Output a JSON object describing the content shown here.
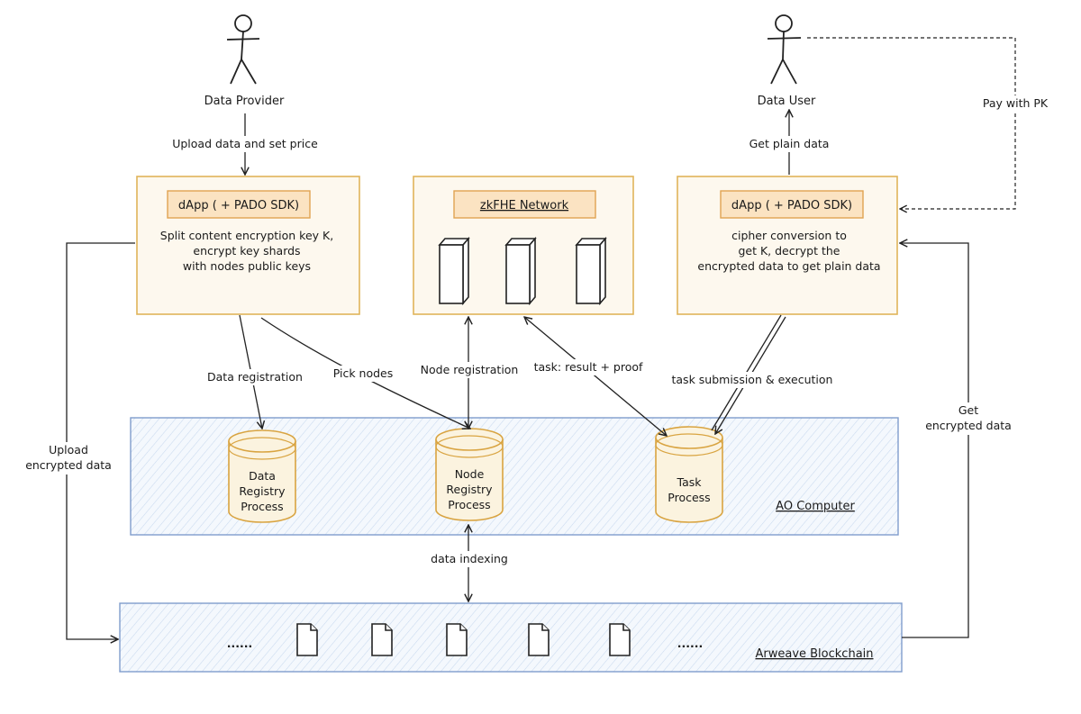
{
  "actors": {
    "provider": "Data Provider",
    "user": "Data User"
  },
  "boxes": {
    "left_title": "dApp ( + PADO SDK)",
    "left_text": [
      "Split content encryption key K,",
      "encrypt key shards",
      "with nodes public keys"
    ],
    "center_title": "zkFHE Network",
    "right_title": "dApp ( + PADO SDK)",
    "right_text": [
      "cipher conversion to",
      "get K, decrypt the",
      "encrypted data to get plain data"
    ]
  },
  "processes": {
    "data_registry": [
      "Data",
      "Registry",
      "Process"
    ],
    "node_registry": [
      "Node",
      "Registry",
      "Process"
    ],
    "task": [
      "Task",
      "Process"
    ]
  },
  "layers": {
    "ao": "AO Computer",
    "arweave": "Arweave Blockchain",
    "ellipsis": "......"
  },
  "edges": {
    "upload_price": "Upload data and set price",
    "get_plain": "Get plain data",
    "pay_pk": "Pay with PK",
    "data_registration": "Data registration",
    "pick_nodes": "Pick nodes",
    "node_registration": "Node registration",
    "task_result": "task: result + proof",
    "task_submission": "task submission & execution",
    "upload_encrypted": [
      "Upload",
      "encrypted data"
    ],
    "get_encrypted": [
      "Get",
      "encrypted data"
    ],
    "data_indexing": "data indexing"
  },
  "colors": {
    "orange_stroke": "#e0b45a",
    "orange_fill": "#fdf8ee",
    "title_fill": "#fbe3c2",
    "blue_stroke": "#7f9ccc",
    "cylinder_stroke": "#d9a441"
  }
}
